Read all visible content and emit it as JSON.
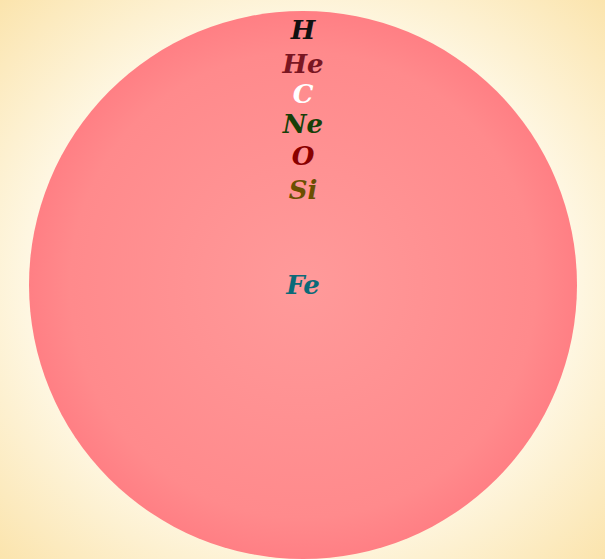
{
  "diagram": {
    "nodes": [
      {
        "text": [
          "H"
        ]
      },
      {
        "text": [
          "He"
        ],
        "in": 0
      },
      {
        "text": [
          "C"
        ],
        "in": 1
      },
      {
        "text": [
          "Ne"
        ],
        "in": 2
      },
      {
        "text": [
          "O"
        ],
        "in": 3
      },
      {
        "text": [
          "Si"
        ],
        "in": 4
      },
      {
        "text": [
          "Fe"
        ],
        "in": 5
      }
    ]
  }
}
